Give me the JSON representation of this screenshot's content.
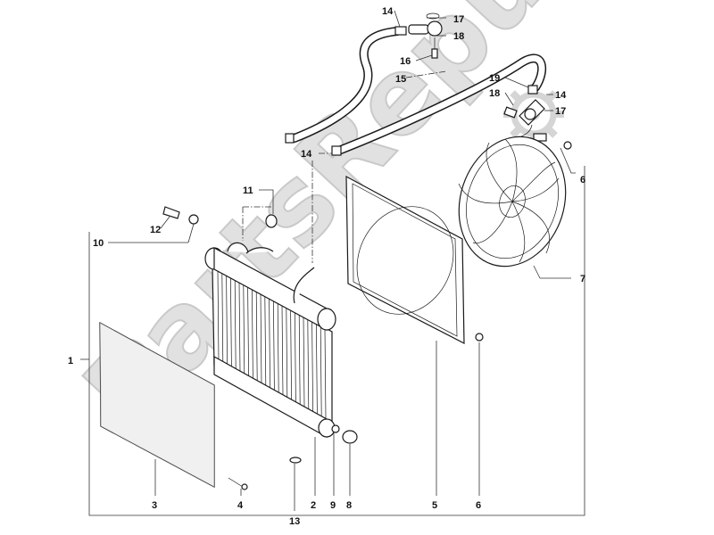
{
  "watermark": {
    "text": "PartsRepublik",
    "color": "#d0d0d0"
  },
  "labels": {
    "p1": "1",
    "p2": "2",
    "p3": "3",
    "p4": "4",
    "p5": "5",
    "p6a": "6",
    "p6b": "6",
    "p7": "7",
    "p8": "8",
    "p9": "9",
    "p10": "10",
    "p11": "11",
    "p12": "12",
    "p13": "13",
    "p14a": "14",
    "p14b": "14",
    "p14c": "14",
    "p15": "15",
    "p16": "16",
    "p17a": "17",
    "p17b": "17",
    "p18a": "18",
    "p18b": "18",
    "p19": "19"
  }
}
